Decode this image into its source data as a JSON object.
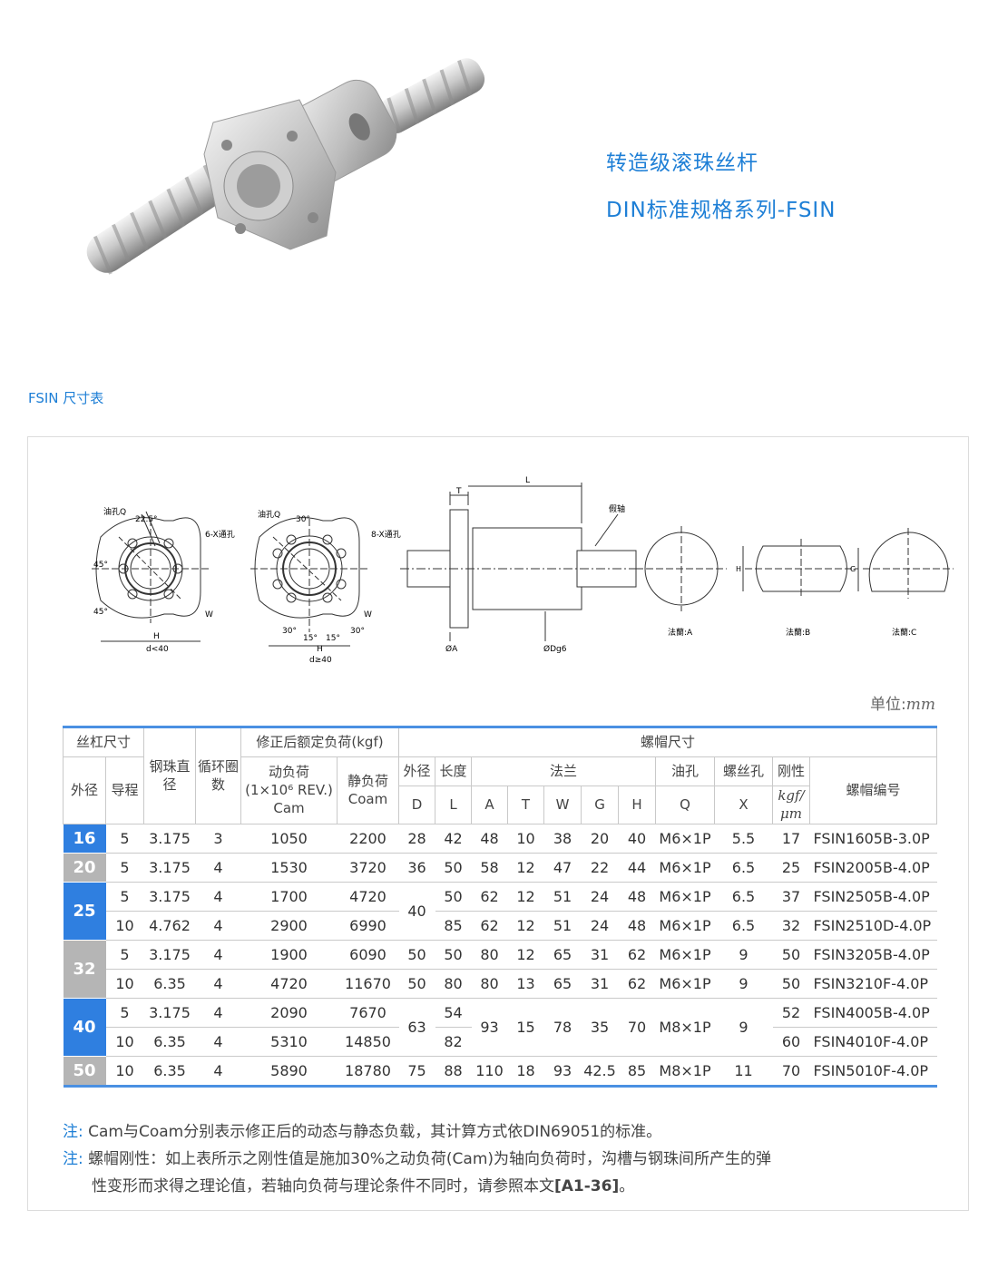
{
  "header": {
    "title_line1": "转造级滚珠丝杆",
    "title_line2": "DIN标准规格系列-FSIN"
  },
  "section": {
    "label": "FSIN 尺寸表"
  },
  "drawings": {
    "flange1": {
      "oil_hole": "油孔Q",
      "angle": "22.5°",
      "holes": "6-X通孔",
      "a1": "45°",
      "a2": "45°",
      "w": "W",
      "h": "H",
      "cond": "d<40"
    },
    "flange2": {
      "oil_hole": "油孔Q",
      "angle": "30°",
      "holes": "8-X通孔",
      "a1": "30°",
      "a2": "30°",
      "a3": "15°",
      "a4": "15°",
      "w": "W",
      "h": "H",
      "cond": "d≥40"
    },
    "side": {
      "t": "T",
      "l": "L",
      "shaft": "假轴",
      "da": "ØA",
      "dd": "ØDg6"
    },
    "shapes": [
      {
        "label": "法蘭:A"
      },
      {
        "label": "法蘭:B",
        "dim": "H"
      },
      {
        "label": "法蘭:C",
        "dim": "G"
      }
    ]
  },
  "unit": {
    "prefix": "单位:",
    "value": "mm"
  },
  "table": {
    "h_screw": "丝杠尺寸",
    "h_ball": "钢珠直径",
    "h_circ": "循环圈数",
    "h_load": "修正后额定负荷(kgf)",
    "h_nut": "螺帽尺寸",
    "h_od": "外径",
    "h_lead": "导程",
    "h_dyn": "动负荷",
    "h_dyn2": "(1×10⁶ REV.)",
    "h_cam": "Cam",
    "h_stat": "静负荷",
    "h_coam": "Coam",
    "h_nod": "外径",
    "h_len": "长度",
    "h_flange": "法兰",
    "h_oil": "油孔",
    "h_bolt": "螺丝孔",
    "h_rig": "刚性",
    "h_model": "螺帽编号",
    "c_D": "D",
    "c_L": "L",
    "c_A": "A",
    "c_T": "T",
    "c_W": "W",
    "c_G": "G",
    "c_H": "H",
    "c_Q": "Q",
    "c_X": "X",
    "c_rig": "kgf/μm",
    "rows": [
      [
        "16",
        "5",
        "3.175",
        "3",
        "1050",
        "2200",
        "28",
        "42",
        "48",
        "10",
        "38",
        "20",
        "40",
        "M6×1P",
        "5.5",
        "17",
        "FSIN1605B-3.0P"
      ],
      [
        "20",
        "5",
        "3.175",
        "4",
        "1530",
        "3720",
        "36",
        "50",
        "58",
        "12",
        "47",
        "22",
        "44",
        "M6×1P",
        "6.5",
        "25",
        "FSIN2005B-4.0P"
      ],
      [
        "25",
        "5",
        "3.175",
        "4",
        "1700",
        "4720",
        "40",
        "50",
        "62",
        "12",
        "51",
        "24",
        "48",
        "M6×1P",
        "6.5",
        "37",
        "FSIN2505B-4.0P"
      ],
      [
        "",
        "10",
        "4.762",
        "4",
        "2900",
        "6990",
        "",
        "85",
        "62",
        "12",
        "51",
        "24",
        "48",
        "M6×1P",
        "6.5",
        "32",
        "FSIN2510D-4.0P"
      ],
      [
        "32",
        "5",
        "3.175",
        "4",
        "1900",
        "6090",
        "50",
        "50",
        "80",
        "12",
        "65",
        "31",
        "62",
        "M6×1P",
        "9",
        "50",
        "FSIN3205B-4.0P"
      ],
      [
        "",
        "10",
        "6.35",
        "4",
        "4720",
        "11670",
        "50",
        "80",
        "80",
        "13",
        "65",
        "31",
        "62",
        "M6×1P",
        "9",
        "50",
        "FSIN3210F-4.0P"
      ],
      [
        "40",
        "5",
        "3.175",
        "4",
        "2090",
        "7670",
        "63",
        "54",
        "93",
        "15",
        "78",
        "35",
        "70",
        "M8×1P",
        "9",
        "52",
        "FSIN4005B-4.0P"
      ],
      [
        "",
        "10",
        "6.35",
        "4",
        "5310",
        "14850",
        "",
        "82",
        "",
        "",
        "",
        "",
        "",
        "",
        "",
        "60",
        "FSIN4010F-4.0P"
      ],
      [
        "50",
        "10",
        "6.35",
        "4",
        "5890",
        "18780",
        "75",
        "88",
        "110",
        "18",
        "93",
        "42.5",
        "85",
        "M8×1P",
        "11",
        "70",
        "FSIN5010F-4.0P"
      ]
    ]
  },
  "notes": {
    "lead": "注:",
    "note1": "Cam与Coam分别表示修正后的动态与静态负载，其计算方式依DIN69051的标准。",
    "note2a": "螺帽刚性：如上表所示之刚性值是施加30%之动负荷(Cam)为轴向负荷时，沟槽与钢珠间所产生的弹",
    "note2b": "性变形而求得之理论值，若轴向负荷与理论条件不同时，请参照本文",
    "note2ref": "[A1-36]",
    "note2end": "。"
  },
  "colors": {
    "accent": "#1e7fd6",
    "dia_blue": "#2f7fe0",
    "dia_grey": "#b5b5b5"
  }
}
